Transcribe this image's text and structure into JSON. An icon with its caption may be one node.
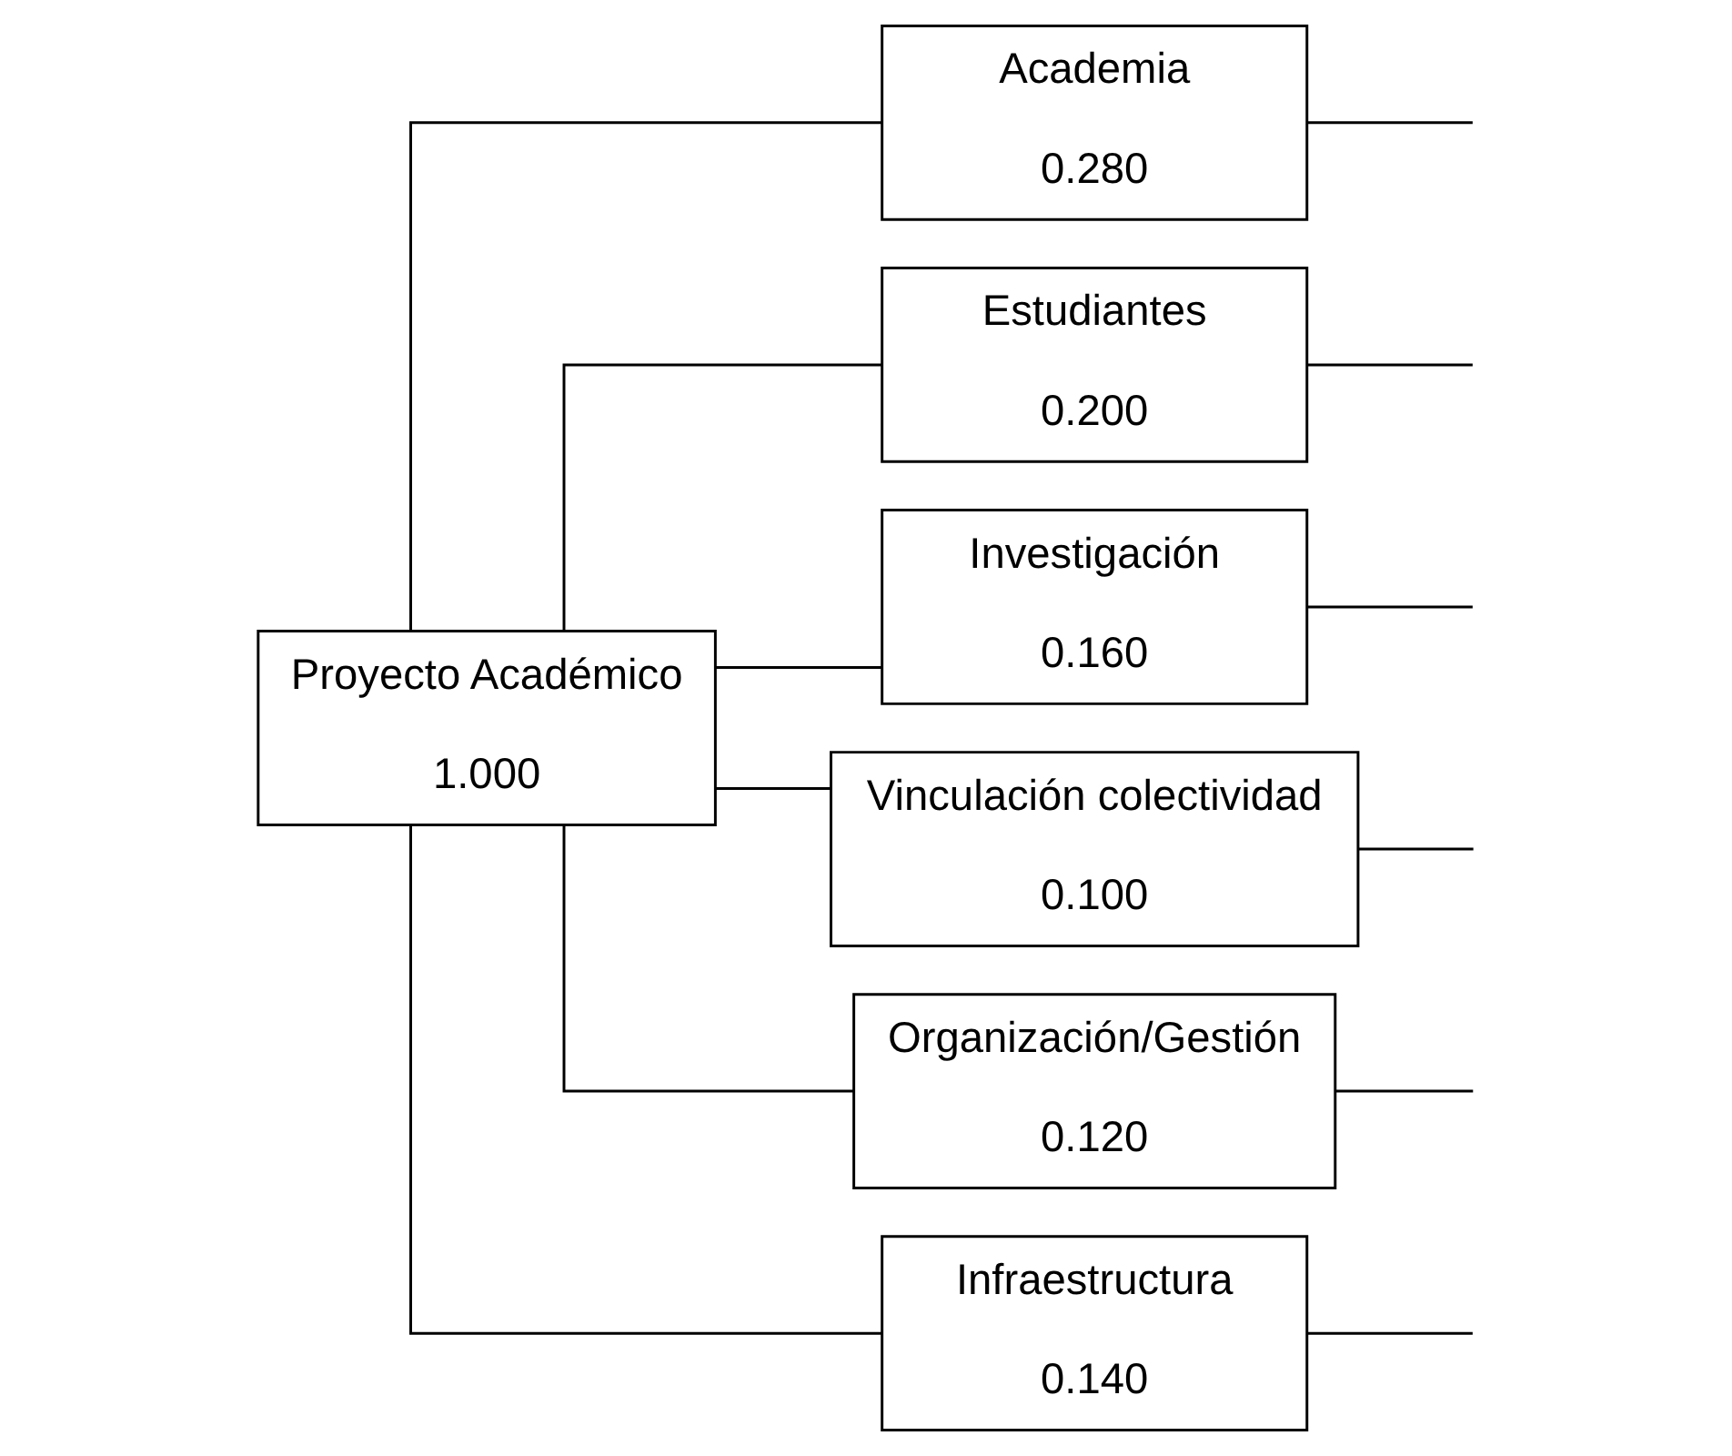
{
  "diagram": {
    "nodes": [
      {
        "text": [
          "Proyecto Académico",
          "1.000"
        ]
      },
      {
        "text": [
          "Academia",
          "0.280"
        ]
      },
      {
        "text": [
          "Estudiantes",
          "0.200"
        ]
      },
      {
        "text": [
          "Investigación",
          "0.160"
        ]
      },
      {
        "text": [
          "Vinculación colectividad",
          "0.100"
        ]
      },
      {
        "text": [
          "Organización/Gestión",
          "0.120"
        ]
      },
      {
        "text": [
          "Infraestructura",
          "0.140"
        ]
      }
    ],
    "edges": [
      {
        "from": 0,
        "to": 1,
        "arrow": "none"
      },
      {
        "from": 0,
        "to": 2,
        "arrow": "none"
      },
      {
        "from": 0,
        "to": 3,
        "arrow": "none"
      },
      {
        "from": 0,
        "to": 4,
        "arrow": "none"
      },
      {
        "from": 0,
        "to": 5,
        "arrow": "none"
      },
      {
        "from": 0,
        "to": 6,
        "arrow": "none"
      },
      {
        "from": 1,
        "to": null,
        "arrow": "none"
      },
      {
        "from": 2,
        "to": null,
        "arrow": "none"
      },
      {
        "from": 3,
        "to": null,
        "arrow": "none"
      },
      {
        "from": 4,
        "to": null,
        "arrow": "none"
      },
      {
        "from": 5,
        "to": null,
        "arrow": "none"
      },
      {
        "from": 6,
        "to": null,
        "arrow": "none"
      }
    ]
  }
}
